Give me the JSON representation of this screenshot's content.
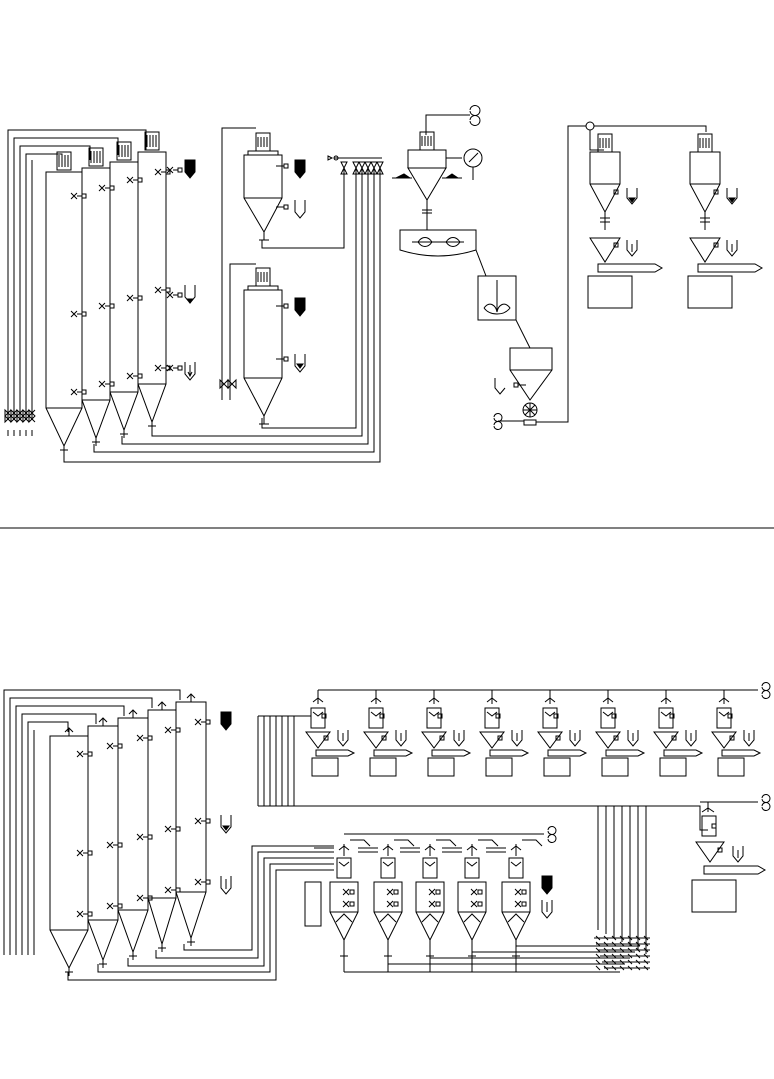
{
  "diagram": {
    "style": {
      "stroke": "#000000",
      "background": "#ffffff"
    },
    "sections": [
      {
        "id": "upper-process",
        "tall_tanks": 4,
        "silos_with_motor": 2,
        "mixer_vessels": 3,
        "dosing_stations": 2
      },
      {
        "id": "lower-process",
        "tall_tanks": 5,
        "top_filling_stations": 8,
        "bottom_filter_units": 5,
        "side_station": 1
      }
    ]
  }
}
